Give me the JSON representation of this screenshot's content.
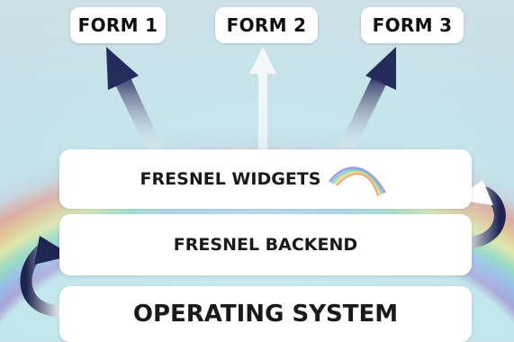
{
  "diagram": {
    "forms": [
      {
        "label": "FORM 1"
      },
      {
        "label": "FORM 2"
      },
      {
        "label": "FORM 3"
      }
    ],
    "layers": {
      "widgets": "FRESNEL WIDGETS",
      "backend": "FRESNEL BACKEND",
      "os": "OPERATING SYSTEM"
    }
  },
  "colors": {
    "arrow_dark": "#222a55",
    "box_fill": "#ffffff",
    "text": "#1a1a1a"
  }
}
